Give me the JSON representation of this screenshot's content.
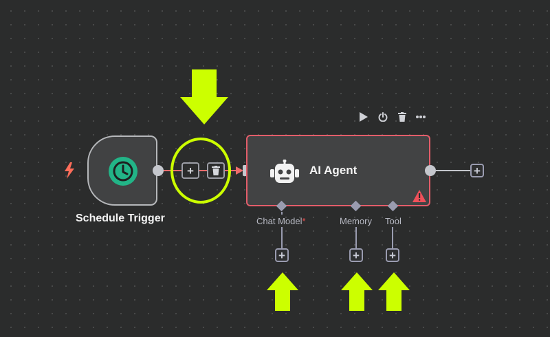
{
  "trigger_node": {
    "label": "Schedule Trigger"
  },
  "agent_node": {
    "label": "AI Agent"
  },
  "agent_ports": [
    {
      "label": "Chat Model",
      "required_mark": "*"
    },
    {
      "label": "Memory"
    },
    {
      "label": "Tool"
    }
  ],
  "edge_buttons": {
    "add": "+"
  },
  "add_symbol": "+",
  "node_toolbar": [
    "play-icon",
    "power-icon",
    "trash-icon",
    "more-icon"
  ],
  "colors": {
    "canvas": "#2b2c2c",
    "edge_active": "#ee6b6b",
    "node_error_border": "#e35d6a",
    "trigger_accent": "#ff6d5a",
    "clock_green": "#22b487",
    "annotation_highlight": "#ccff00",
    "warning": "#f0505a"
  }
}
